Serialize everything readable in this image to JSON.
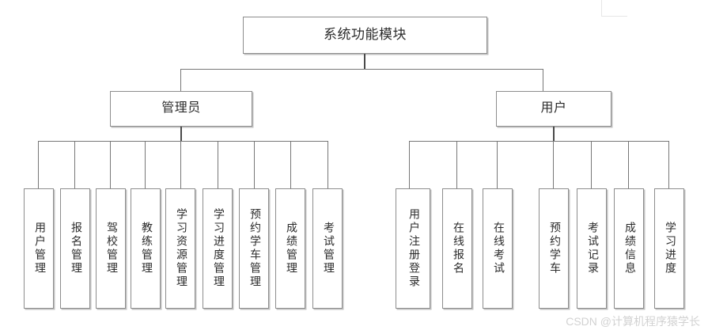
{
  "diagram": {
    "type": "tree",
    "title": "系统功能模块",
    "root": {
      "label": "系统功能模块"
    },
    "level2": [
      {
        "label": "管理员"
      },
      {
        "label": "用户"
      }
    ],
    "admin_modules": [
      {
        "label": "用户管理"
      },
      {
        "label": "报名管理"
      },
      {
        "label": "驾校管理"
      },
      {
        "label": "教练管理"
      },
      {
        "label": "学习资源管理"
      },
      {
        "label": "学习进度管理"
      },
      {
        "label": "预约学车管理"
      },
      {
        "label": "成绩管理"
      },
      {
        "label": "考试管理"
      }
    ],
    "user_modules": [
      {
        "label": "用户注册登录"
      },
      {
        "label": "在线报名"
      },
      {
        "label": "在线考试"
      },
      {
        "label": "预约学车"
      },
      {
        "label": "考试记录"
      },
      {
        "label": "成绩信息"
      },
      {
        "label": "学习进度"
      }
    ]
  },
  "watermark": {
    "text": "CSDN @计算机程序猿学长"
  },
  "colors": {
    "box_border": "#8d8d8d",
    "connector": "#777777",
    "text": "#2b2b2b",
    "background": "#ffffff",
    "watermark": "#d2d2d2"
  }
}
